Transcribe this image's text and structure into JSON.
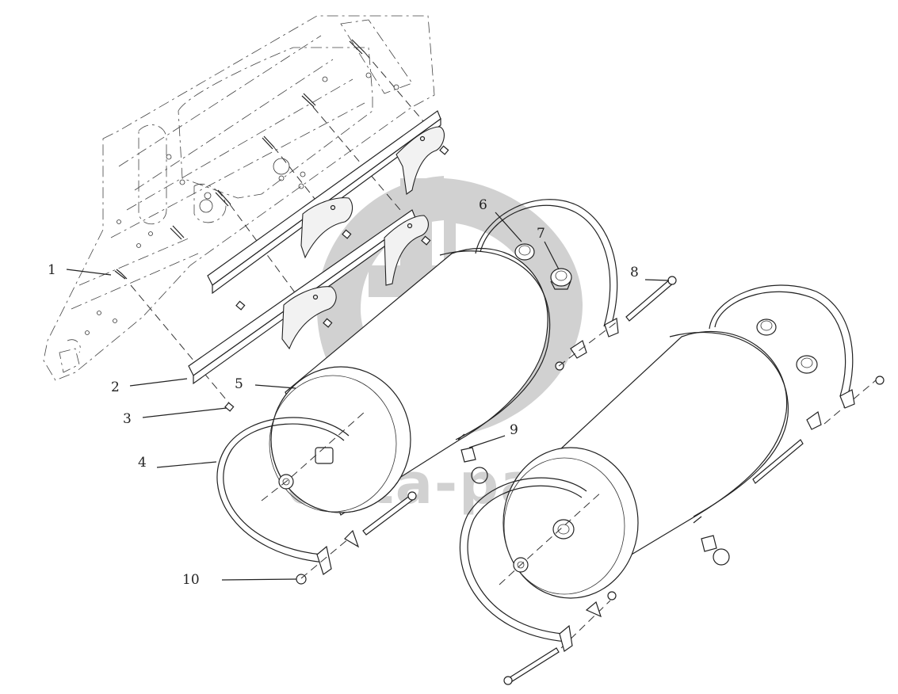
{
  "watermark": {
    "text": "data-parts",
    "color": "#c9c9c9"
  },
  "callouts": [
    "1",
    "2",
    "3",
    "4",
    "5",
    "6",
    "7",
    "8",
    "9",
    "10"
  ]
}
